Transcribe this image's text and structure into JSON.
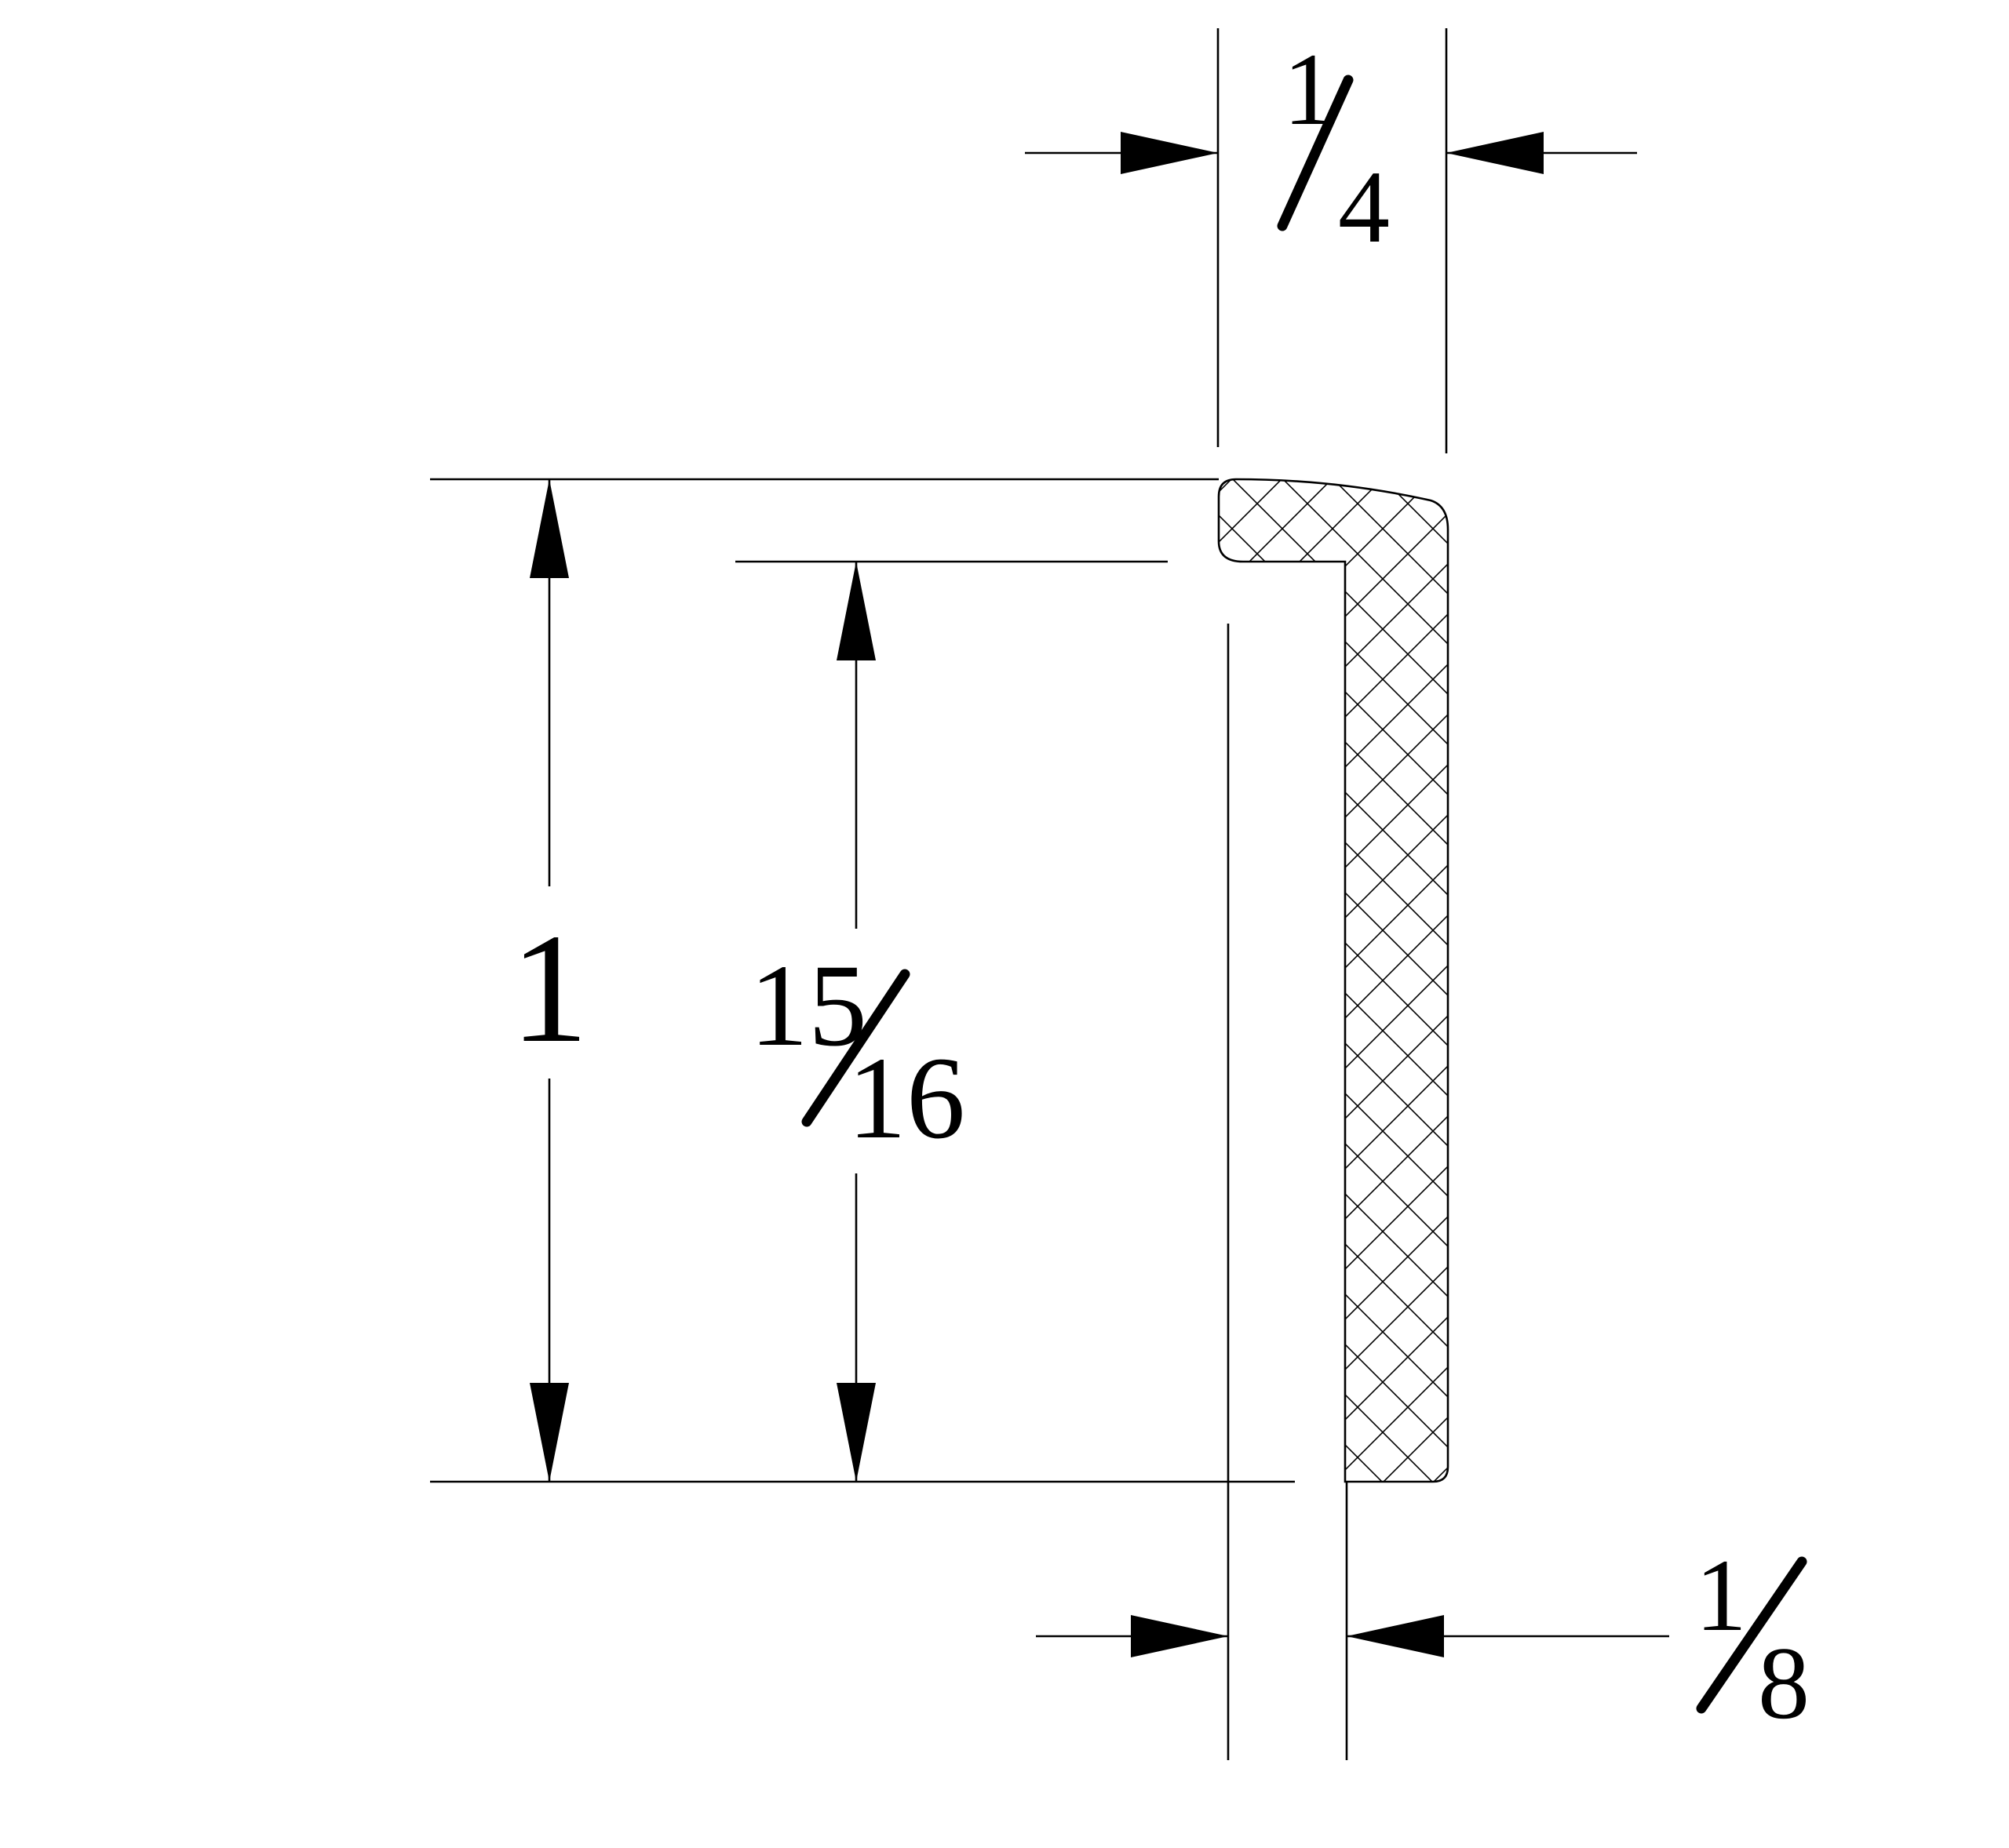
{
  "dimensions": {
    "top_width": {
      "numerator": "1",
      "denominator": "4"
    },
    "overall_height": {
      "value": "1"
    },
    "inner_height": {
      "numerator": "15",
      "denominator": "16"
    },
    "thickness": {
      "numerator": "1",
      "denominator": "8"
    }
  },
  "colors": {
    "line": "#000000",
    "background": "#ffffff"
  }
}
